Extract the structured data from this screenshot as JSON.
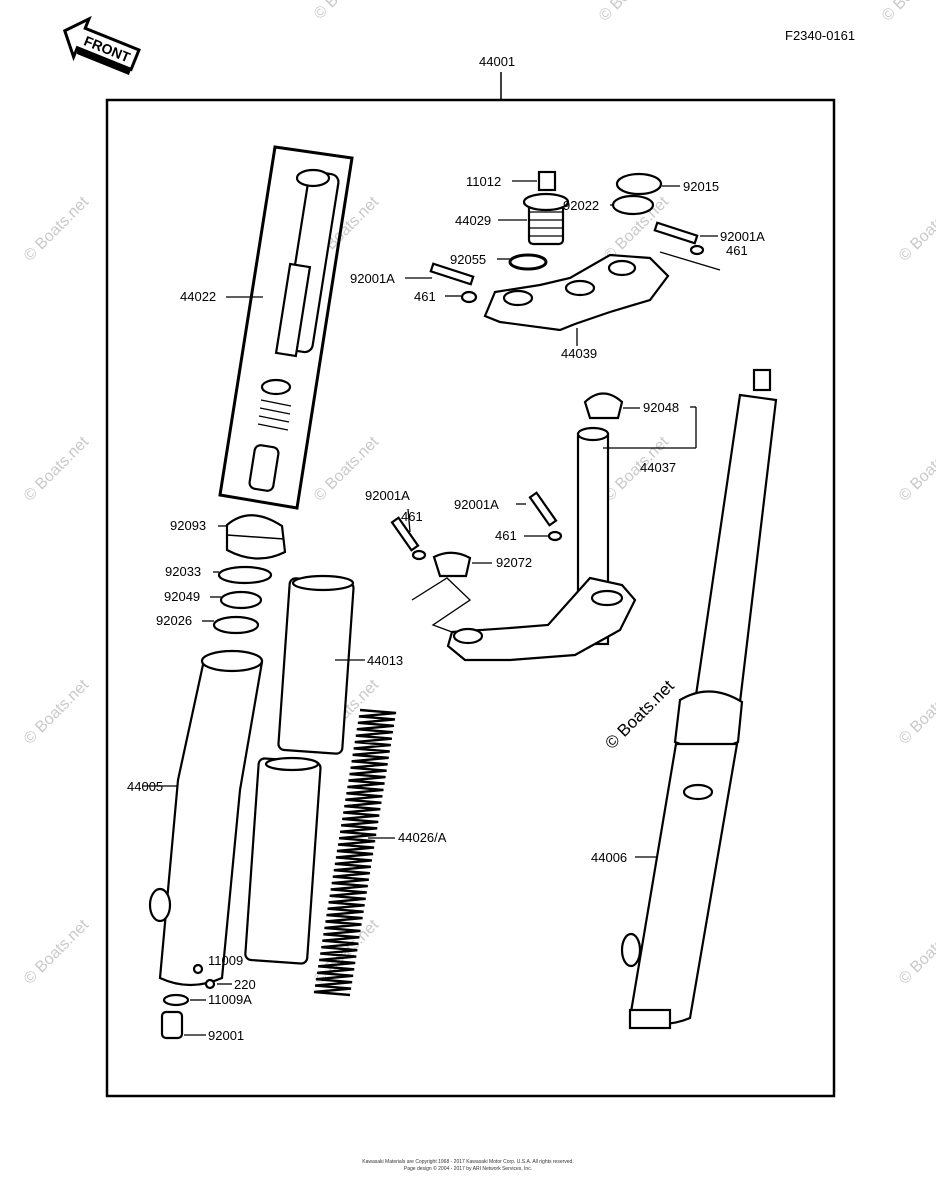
{
  "diagram": {
    "ref_code": "F2340-0161",
    "front_label": "FRONT",
    "assembly_label": "44001",
    "watermark": "© Boats.net",
    "copyright_line1": "Kawasaki Materials are Copyright 1968 - 2017 Kawasaki Motor Corp. U.S.A. All rights reserved.",
    "copyright_line2": "Page design © 2004 - 2017 by ARI Network Services, Inc."
  },
  "callouts": [
    {
      "id": "c-11012",
      "text": "11012"
    },
    {
      "id": "c-44029",
      "text": "44029"
    },
    {
      "id": "c-92015",
      "text": "92015"
    },
    {
      "id": "c-92022",
      "text": "92022"
    },
    {
      "id": "c-92001a-1",
      "text": "92001A"
    },
    {
      "id": "c-461-1",
      "text": "461"
    },
    {
      "id": "c-92055",
      "text": "92055"
    },
    {
      "id": "c-92001a-2",
      "text": "92001A"
    },
    {
      "id": "c-461-2",
      "text": "461"
    },
    {
      "id": "c-44039",
      "text": "44039"
    },
    {
      "id": "c-44022",
      "text": "44022"
    },
    {
      "id": "c-92048",
      "text": "92048"
    },
    {
      "id": "c-44037",
      "text": "44037"
    },
    {
      "id": "c-92001a-3",
      "text": "92001A"
    },
    {
      "id": "c-461-3",
      "text": "461"
    },
    {
      "id": "c-92001a-4",
      "text": "92001A"
    },
    {
      "id": "c-461-4",
      "text": "461"
    },
    {
      "id": "c-92072",
      "text": "92072"
    },
    {
      "id": "c-92093",
      "text": "92093"
    },
    {
      "id": "c-92033",
      "text": "92033"
    },
    {
      "id": "c-92049",
      "text": "92049"
    },
    {
      "id": "c-92026",
      "text": "92026"
    },
    {
      "id": "c-44013",
      "text": "44013"
    },
    {
      "id": "c-44005",
      "text": "44005"
    },
    {
      "id": "c-44026a",
      "text": "44026/A"
    },
    {
      "id": "c-44006",
      "text": "44006"
    },
    {
      "id": "c-11009",
      "text": "11009"
    },
    {
      "id": "c-220",
      "text": "220"
    },
    {
      "id": "c-11009a",
      "text": "11009A"
    },
    {
      "id": "c-92001",
      "text": "92001"
    }
  ]
}
